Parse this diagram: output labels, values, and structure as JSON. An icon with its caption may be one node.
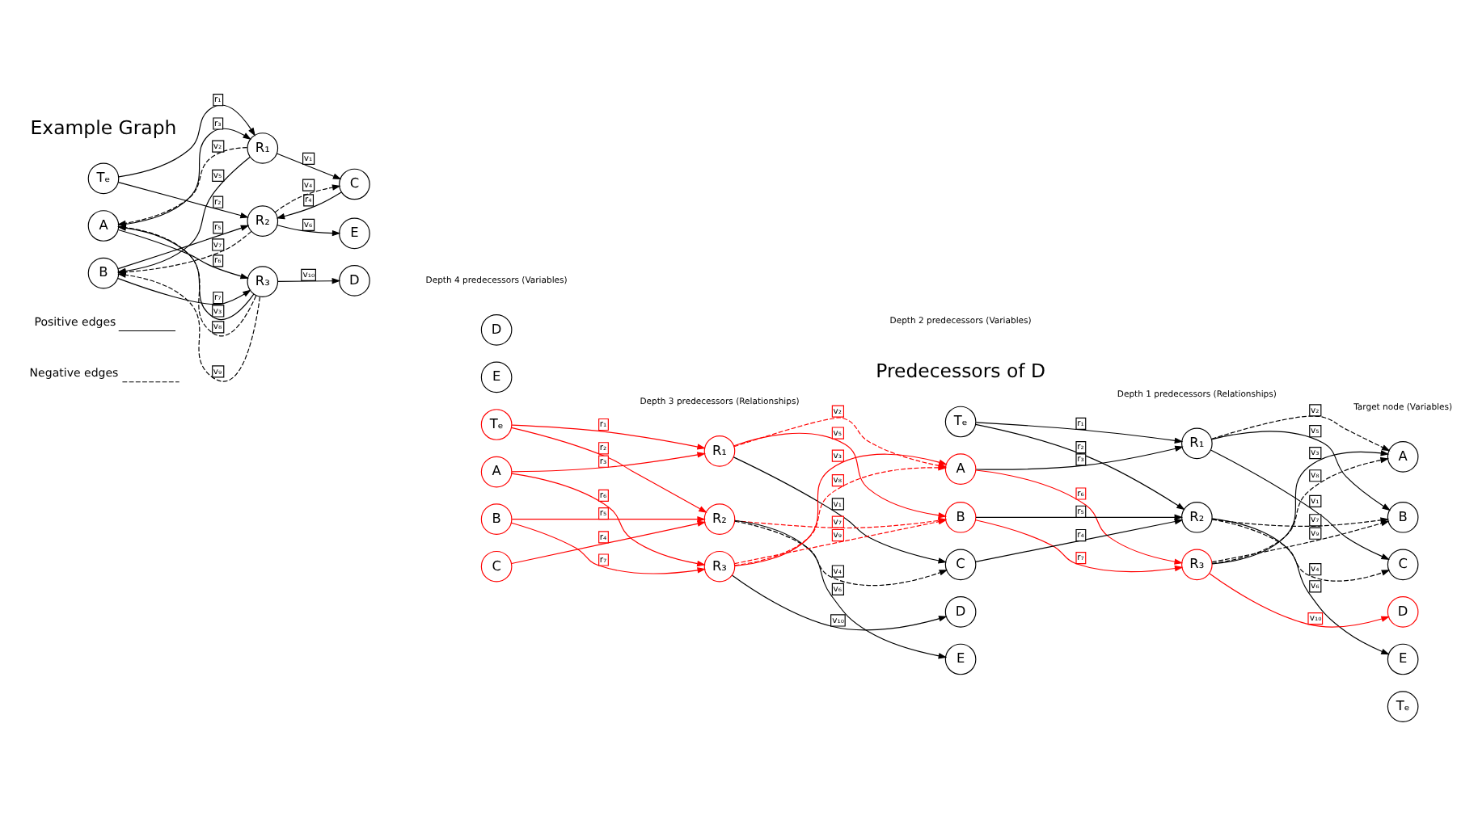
{
  "diagram": {
    "nodes": [
      {
        "text": [
          "Tₑ"
        ]
      },
      {
        "text": [
          "R₁"
        ]
      },
      {
        "text": [
          "A"
        ]
      },
      {
        "text": [
          "C"
        ]
      },
      {
        "text": [
          "R₂"
        ]
      },
      {
        "text": [
          "B"
        ]
      },
      {
        "text": [
          "E"
        ]
      },
      {
        "text": [
          "R₃"
        ]
      },
      {
        "text": [
          "D"
        ]
      },
      {
        "text": [
          "D"
        ]
      },
      {
        "text": [
          "E"
        ]
      },
      {
        "text": [
          "Tₑ"
        ]
      },
      {
        "text": [
          "A"
        ]
      },
      {
        "text": [
          "B"
        ]
      },
      {
        "text": [
          "C"
        ]
      },
      {
        "text": [
          "R₁"
        ]
      },
      {
        "text": [
          "R₂"
        ]
      },
      {
        "text": [
          "R₃"
        ]
      },
      {
        "text": [
          "Tₑ"
        ]
      },
      {
        "text": [
          "A"
        ]
      },
      {
        "text": [
          "B"
        ]
      },
      {
        "text": [
          "C"
        ]
      },
      {
        "text": [
          "D"
        ]
      },
      {
        "text": [
          "E"
        ]
      },
      {
        "text": [
          "R₁"
        ]
      },
      {
        "text": [
          "R₂"
        ]
      },
      {
        "text": [
          "R₃"
        ]
      },
      {
        "text": [
          "A"
        ]
      },
      {
        "text": [
          "B"
        ]
      },
      {
        "text": [
          "C"
        ]
      },
      {
        "text": [
          "D"
        ]
      },
      {
        "text": [
          "E"
        ]
      },
      {
        "text": [
          "Tₑ"
        ]
      }
    ],
    "edges": [
      {
        "from": 0,
        "to": 1,
        "arrow": "to",
        "label": "r₁"
      },
      {
        "from": 0,
        "to": 4,
        "arrow": "to",
        "label": "r₂"
      },
      {
        "from": 2,
        "to": 1,
        "arrow": "to",
        "label": "r₃"
      },
      {
        "from": 1,
        "to": 2,
        "arrow": "to",
        "label": "v₂",
        "style": "dashed"
      },
      {
        "from": 1,
        "to": 3,
        "arrow": "to",
        "label": "v₁"
      },
      {
        "from": 1,
        "to": 5,
        "arrow": "to",
        "label": "v₅"
      },
      {
        "from": 3,
        "to": 4,
        "arrow": "to",
        "label": "r₄"
      },
      {
        "from": 4,
        "to": 3,
        "arrow": "to",
        "label": "v₄",
        "style": "dashed"
      },
      {
        "from": 4,
        "to": 6,
        "arrow": "to",
        "label": "v₆"
      },
      {
        "from": 5,
        "to": 4,
        "arrow": "to",
        "label": "r₅"
      },
      {
        "from": 4,
        "to": 5,
        "arrow": "to",
        "label": "v₇",
        "style": "dashed"
      },
      {
        "from": 2,
        "to": 7,
        "arrow": "to",
        "label": "r₆"
      },
      {
        "from": 7,
        "to": 2,
        "arrow": "to",
        "label": "v₃"
      },
      {
        "from": 7,
        "to": 2,
        "arrow": "to",
        "label": "v₈",
        "style": "dashed"
      },
      {
        "from": 5,
        "to": 7,
        "arrow": "to",
        "label": "r₇"
      },
      {
        "from": 7,
        "to": 5,
        "arrow": "to",
        "label": "v₉",
        "style": "dashed"
      },
      {
        "from": 7,
        "to": 8,
        "arrow": "to",
        "label": "v₁₀"
      },
      {
        "from": 11,
        "to": 15,
        "arrow": "to",
        "label": "r₁",
        "color": "#ff0000"
      },
      {
        "from": 11,
        "to": 16,
        "arrow": "to",
        "label": "r₂",
        "color": "#ff0000"
      },
      {
        "from": 12,
        "to": 15,
        "arrow": "to",
        "label": "r₃",
        "color": "#ff0000"
      },
      {
        "from": 12,
        "to": 17,
        "arrow": "to",
        "label": "r₆",
        "color": "#ff0000"
      },
      {
        "from": 13,
        "to": 16,
        "arrow": "to",
        "label": "r₅",
        "color": "#ff0000"
      },
      {
        "from": 13,
        "to": 17,
        "arrow": "to",
        "label": "r₇",
        "color": "#ff0000"
      },
      {
        "from": 14,
        "to": 16,
        "arrow": "to",
        "label": "r₄",
        "color": "#ff0000"
      },
      {
        "from": 15,
        "to": 19,
        "arrow": "to",
        "label": "v₂",
        "style": "dashed",
        "color": "#ff0000"
      },
      {
        "from": 15,
        "to": 20,
        "arrow": "to",
        "label": "v₅",
        "color": "#ff0000"
      },
      {
        "from": 15,
        "to": 21,
        "arrow": "to",
        "label": "v₁"
      },
      {
        "from": 16,
        "to": 20,
        "arrow": "to",
        "label": "v₇",
        "style": "dashed",
        "color": "#ff0000"
      },
      {
        "from": 16,
        "to": 21,
        "arrow": "to",
        "label": "v₄",
        "style": "dashed"
      },
      {
        "from": 16,
        "to": 23,
        "arrow": "to",
        "label": "v₆"
      },
      {
        "from": 17,
        "to": 19,
        "arrow": "to",
        "label": "v₃",
        "color": "#ff0000"
      },
      {
        "from": 17,
        "to": 19,
        "arrow": "to",
        "label": "v₈",
        "style": "dashed",
        "color": "#ff0000"
      },
      {
        "from": 17,
        "to": 20,
        "arrow": "to",
        "label": "v₉",
        "style": "dashed",
        "color": "#ff0000"
      },
      {
        "from": 17,
        "to": 22,
        "arrow": "to",
        "label": "v₁₀"
      },
      {
        "from": 18,
        "to": 24,
        "arrow": "to",
        "label": "r₁"
      },
      {
        "from": 18,
        "to": 25,
        "arrow": "to",
        "label": "r₂"
      },
      {
        "from": 19,
        "to": 24,
        "arrow": "to",
        "label": "r₃"
      },
      {
        "from": 19,
        "to": 26,
        "arrow": "to",
        "label": "r₆",
        "color": "#ff0000"
      },
      {
        "from": 20,
        "to": 25,
        "arrow": "to",
        "label": "r₅"
      },
      {
        "from": 20,
        "to": 26,
        "arrow": "to",
        "label": "r₇",
        "color": "#ff0000"
      },
      {
        "from": 21,
        "to": 25,
        "arrow": "to",
        "label": "r₄"
      },
      {
        "from": 24,
        "to": 27,
        "arrow": "to",
        "label": "v₂",
        "style": "dashed"
      },
      {
        "from": 24,
        "to": 28,
        "arrow": "to",
        "label": "v₅"
      },
      {
        "from": 24,
        "to": 29,
        "arrow": "to",
        "label": "v₁"
      },
      {
        "from": 25,
        "to": 28,
        "arrow": "to",
        "label": "v₇",
        "style": "dashed"
      },
      {
        "from": 25,
        "to": 29,
        "arrow": "to",
        "label": "v₄",
        "style": "dashed"
      },
      {
        "from": 25,
        "to": 31,
        "arrow": "to",
        "label": "v₆"
      },
      {
        "from": 26,
        "to": 27,
        "arrow": "to",
        "label": "v₃"
      },
      {
        "from": 26,
        "to": 27,
        "arrow": "to",
        "label": "v₈",
        "style": "dashed"
      },
      {
        "from": 26,
        "to": 28,
        "arrow": "to",
        "label": "v₉",
        "style": "dashed"
      },
      {
        "from": 26,
        "to": 30,
        "arrow": "to",
        "label": "v₁₀",
        "color": "#ff0000"
      }
    ],
    "labels": [
      "Example Graph",
      "Predecessors of D",
      "Depth 4 predecessors (Variables)",
      "Depth 3 predecessors (Relationships)",
      "Depth 2 predecessors (Variables)",
      "Depth 1 predecessors (Relationships)",
      "Target node (Variables)"
    ],
    "legend": [
      {
        "text": "Positive edges"
      },
      {
        "text": "Negative edges"
      }
    ]
  }
}
